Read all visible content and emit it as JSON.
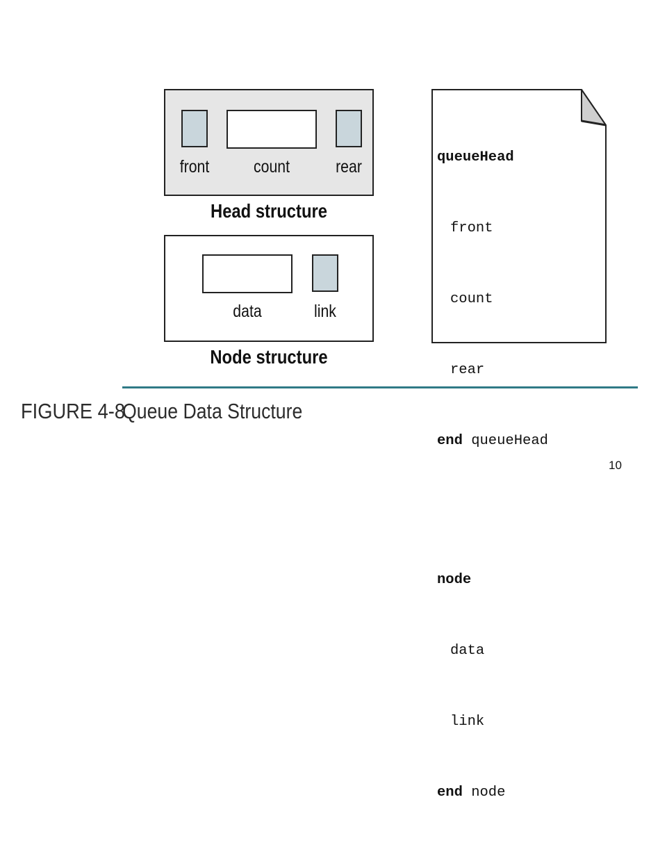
{
  "head_structure": {
    "caption": "Head structure",
    "fields": {
      "front": "front",
      "count": "count",
      "rear": "rear"
    }
  },
  "node_structure": {
    "caption": "Node structure",
    "fields": {
      "data": "data",
      "link": "link"
    }
  },
  "pseudocode": {
    "lines": [
      {
        "keyword": "queueHead",
        "rest": ""
      },
      {
        "indent": "front"
      },
      {
        "indent": "count"
      },
      {
        "indent": "rear"
      },
      {
        "keyword": "end",
        "rest": " queueHead"
      },
      {
        "keyword": "node",
        "rest": ""
      },
      {
        "indent": "data"
      },
      {
        "indent": "link"
      },
      {
        "keyword": "end",
        "rest": " node"
      }
    ]
  },
  "figure": {
    "label": "FIGURE 4-8",
    "title": "Queue Data Structure"
  },
  "page_number": "10",
  "colors": {
    "pointer_field": "#c9d6dc",
    "head_panel": "#e6e6e6",
    "rule": "#2f7a86"
  }
}
